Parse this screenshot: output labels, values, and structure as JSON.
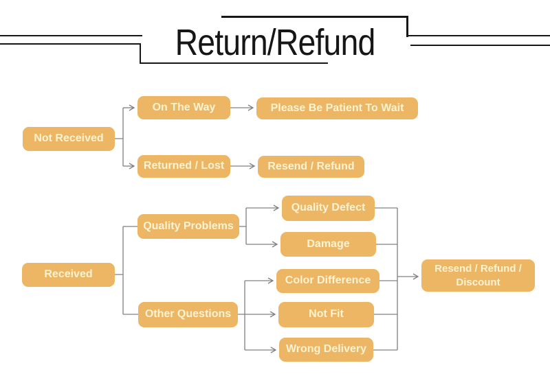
{
  "title": {
    "text": "Return/Refund"
  },
  "palette": {
    "node_fill": "#ecb664",
    "node_text": "#fcf3d2",
    "connector_line": "#808080",
    "title_line": "#161616",
    "background": "#ffffff"
  },
  "flowchart": {
    "nodes": [
      {
        "id": "not-received",
        "label": "Not Received"
      },
      {
        "id": "on-the-way",
        "label": "On The Way"
      },
      {
        "id": "please-be-patient",
        "label": "Please Be Patient To Wait"
      },
      {
        "id": "returned-lost",
        "label": "Returned / Lost"
      },
      {
        "id": "resend-refund",
        "label": "Resend / Refund"
      },
      {
        "id": "received",
        "label": "Received"
      },
      {
        "id": "quality-problems",
        "label": "Quality Problems"
      },
      {
        "id": "quality-defect",
        "label": "Quality Defect"
      },
      {
        "id": "damage",
        "label": "Damage"
      },
      {
        "id": "other-questions",
        "label": "Other Questions"
      },
      {
        "id": "color-difference",
        "label": "Color Difference"
      },
      {
        "id": "not-fit",
        "label": "Not Fit"
      },
      {
        "id": "wrong-delivery",
        "label": "Wrong Delivery"
      },
      {
        "id": "resend-refund-discount",
        "label": "Resend / Refund / Discount"
      }
    ],
    "edges": [
      {
        "from": "not-received",
        "to": "on-the-way"
      },
      {
        "from": "not-received",
        "to": "returned-lost"
      },
      {
        "from": "on-the-way",
        "to": "please-be-patient"
      },
      {
        "from": "returned-lost",
        "to": "resend-refund"
      },
      {
        "from": "received",
        "to": "quality-problems"
      },
      {
        "from": "received",
        "to": "other-questions"
      },
      {
        "from": "quality-problems",
        "to": "quality-defect"
      },
      {
        "from": "quality-problems",
        "to": "damage"
      },
      {
        "from": "other-questions",
        "to": "color-difference"
      },
      {
        "from": "other-questions",
        "to": "not-fit"
      },
      {
        "from": "other-questions",
        "to": "wrong-delivery"
      },
      {
        "from": "quality-defect",
        "to": "resend-refund-discount"
      },
      {
        "from": "damage",
        "to": "resend-refund-discount"
      },
      {
        "from": "color-difference",
        "to": "resend-refund-discount"
      },
      {
        "from": "not-fit",
        "to": "resend-refund-discount"
      },
      {
        "from": "wrong-delivery",
        "to": "resend-refund-discount"
      }
    ]
  }
}
